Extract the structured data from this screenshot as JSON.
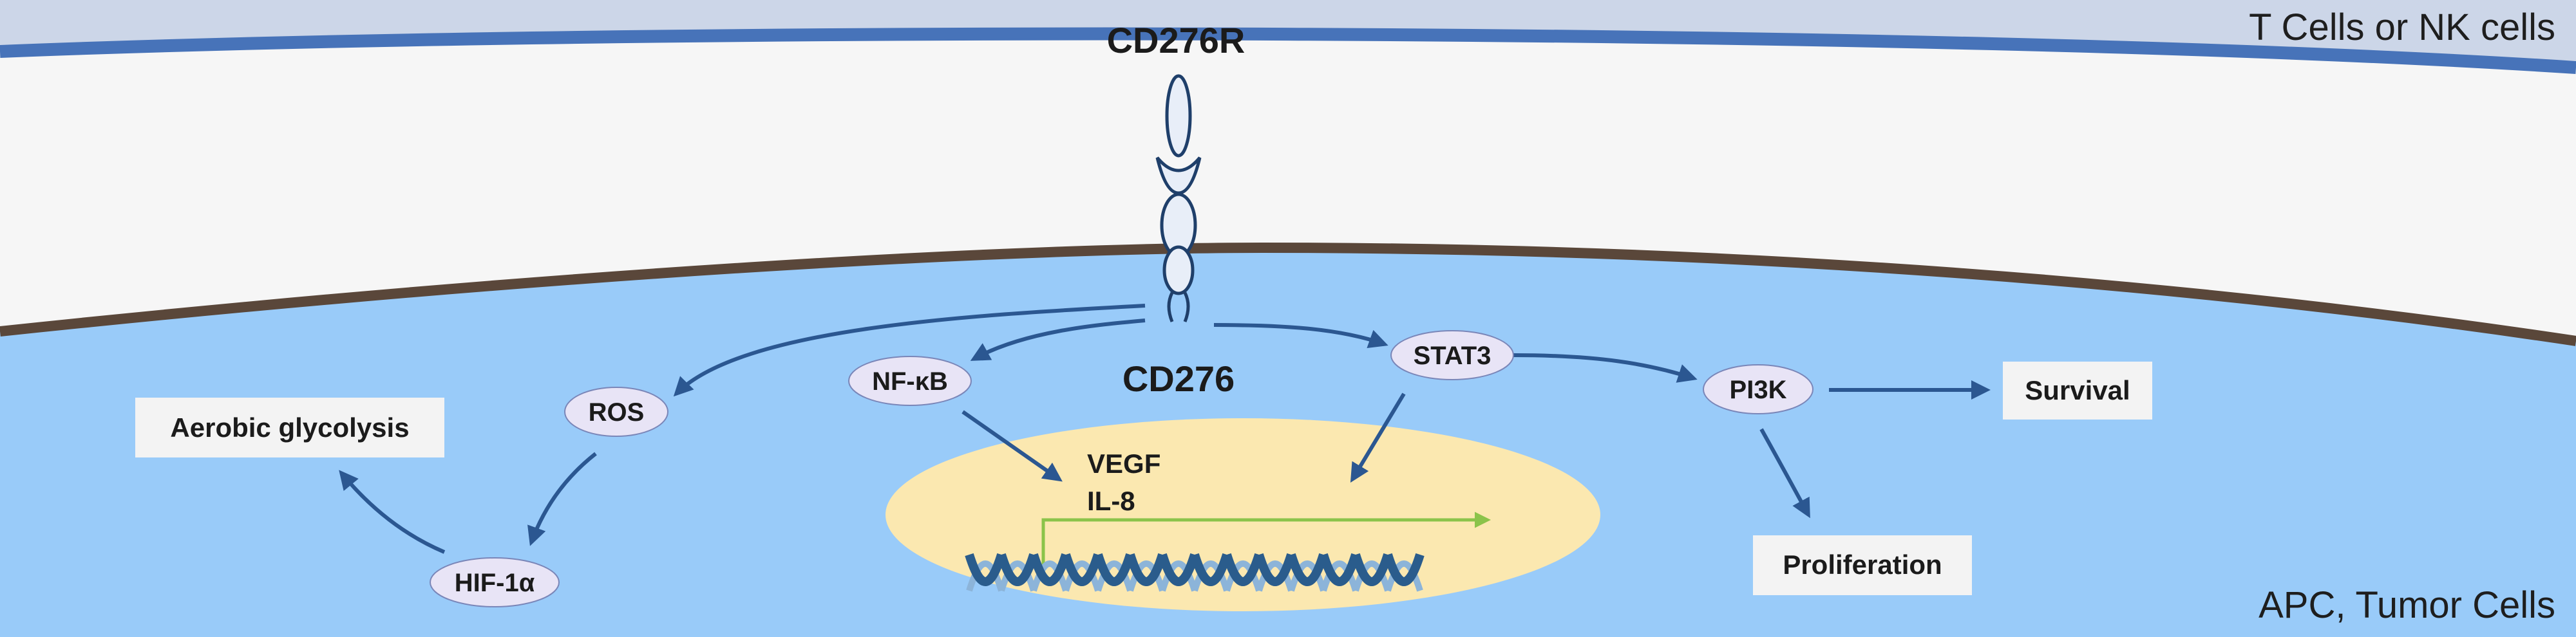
{
  "top_cell": {
    "label": "T Cells or NK cells"
  },
  "bottom_cell": {
    "label": "APC, Tumor Cells"
  },
  "receptor": {
    "label": "CD276R"
  },
  "ligand": {
    "label": "CD276"
  },
  "nodes": {
    "ros": "ROS",
    "nfkb": "NF-κB",
    "stat3": "STAT3",
    "pi3k": "PI3K",
    "hif1a": "HIF-1α"
  },
  "outcomes": {
    "aerobic_glycolysis": "Aerobic glycolysis",
    "survival": "Survival",
    "proliferation": "Proliferation"
  },
  "nucleus": {
    "genes": [
      "VEGF",
      "IL-8"
    ]
  },
  "colors": {
    "top_cell_fill": "#ccd6e8",
    "top_membrane": "#4773b9",
    "bottom_cell_fill": "#99cbf9",
    "bottom_membrane": "#5a473a",
    "node_fill": "#e8e4f6",
    "nucleus_fill": "#fbe8b0",
    "arrow": "#2b5791",
    "transcription_arrow": "#8bc34a",
    "dna_dark": "#2a5c8c",
    "dna_light": "#8cb4d9"
  }
}
